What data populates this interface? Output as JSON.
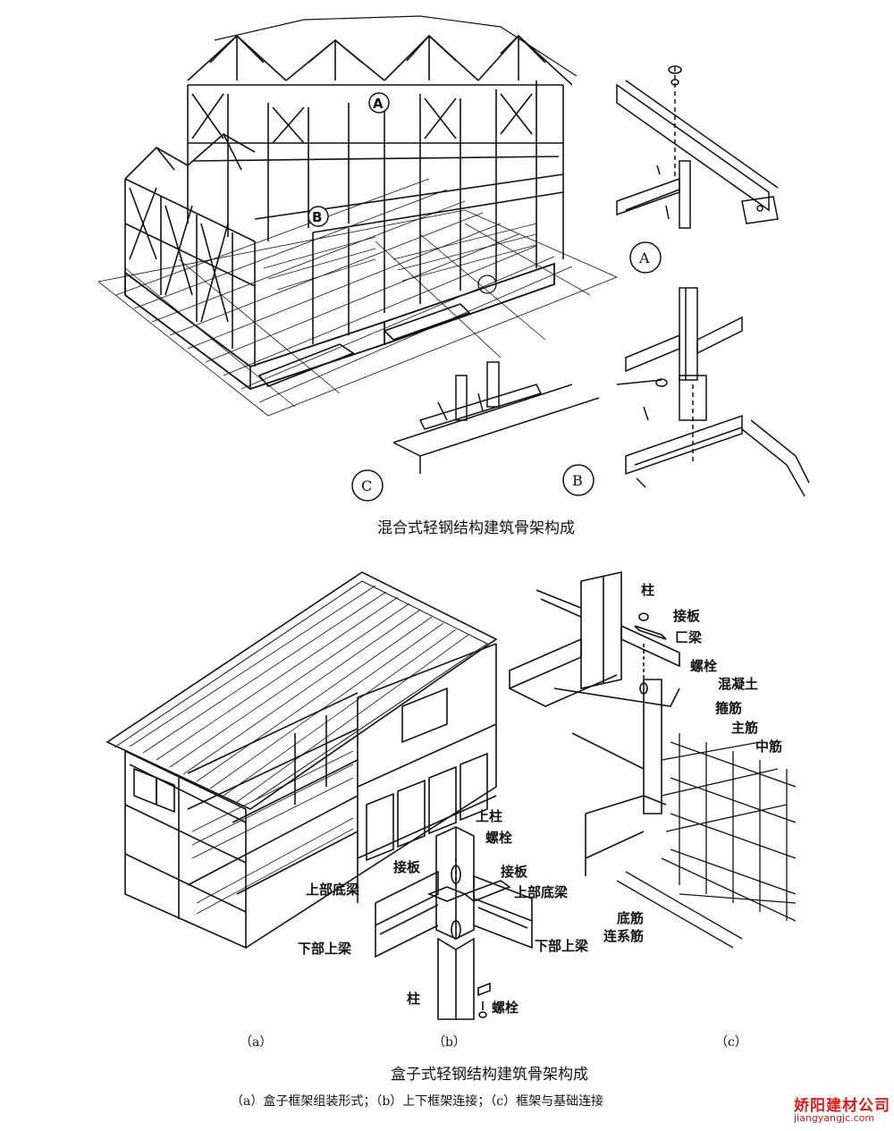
{
  "top": {
    "caption": "混合式轻钢结构建筑骨架构成",
    "circles": {
      "a": "A",
      "b": "B",
      "c": "C"
    },
    "house_markers": {
      "a": "A",
      "b": "B"
    }
  },
  "bottom": {
    "caption": "盒子式轻钢结构建筑骨架构成",
    "subcaption": "（a）盒子框架组装形式；（b）上下框架连接；（c）框架与基础连接",
    "panel_letters": {
      "a": "（a）",
      "b": "（b）",
      "c": "（c）"
    },
    "labels_b": {
      "upper_column": "上柱",
      "bolt_top": "螺栓",
      "plate_left": "接板",
      "plate_right": "接板",
      "upper_sill_left": "上部底梁",
      "upper_sill_right": "上部底梁",
      "lower_beam_left": "下部上梁",
      "lower_beam_right": "下部上梁",
      "column": "柱",
      "bolt_bottom": "螺栓"
    },
    "labels_c": {
      "column": "柱",
      "plate": "接板",
      "c_beam": "匚梁",
      "bolt": "螺栓",
      "concrete": "混凝土",
      "stirrup": "箍筋",
      "main_bar": "主筋",
      "middle_bar": "中筋",
      "bottom_bar": "底筋",
      "tie_bar": "连系筋"
    }
  },
  "watermark": {
    "line1": "娇阳建材公司",
    "line2": "jiangyangjc.com"
  }
}
